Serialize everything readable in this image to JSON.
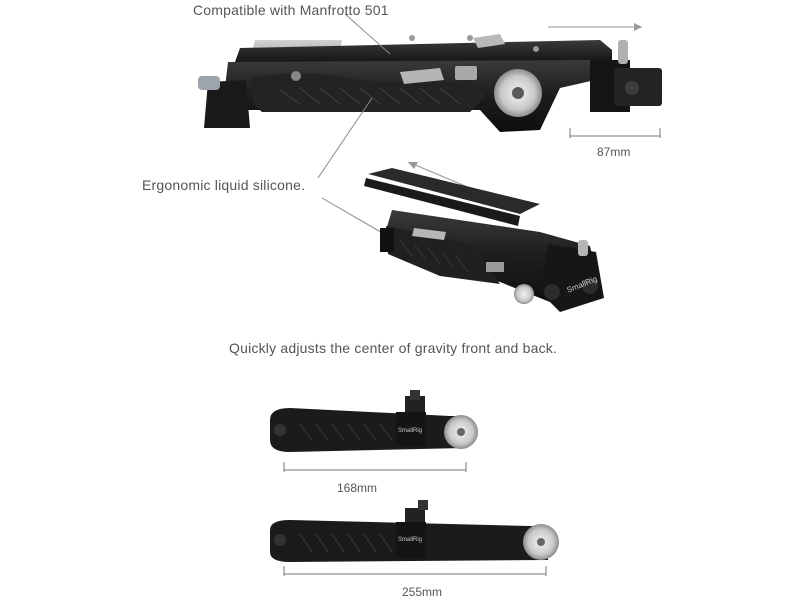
{
  "callouts": {
    "manfrotto": "Compatible with Manfrotto 501",
    "silicone": "Ergonomic liquid silicone.",
    "gravity": "Quickly adjusts the center of gravity front and back."
  },
  "dimensions": {
    "top_extension": "87mm",
    "short_arm": "168mm",
    "long_arm": "255mm"
  },
  "brand": {
    "logo_text": "SmallRig"
  }
}
